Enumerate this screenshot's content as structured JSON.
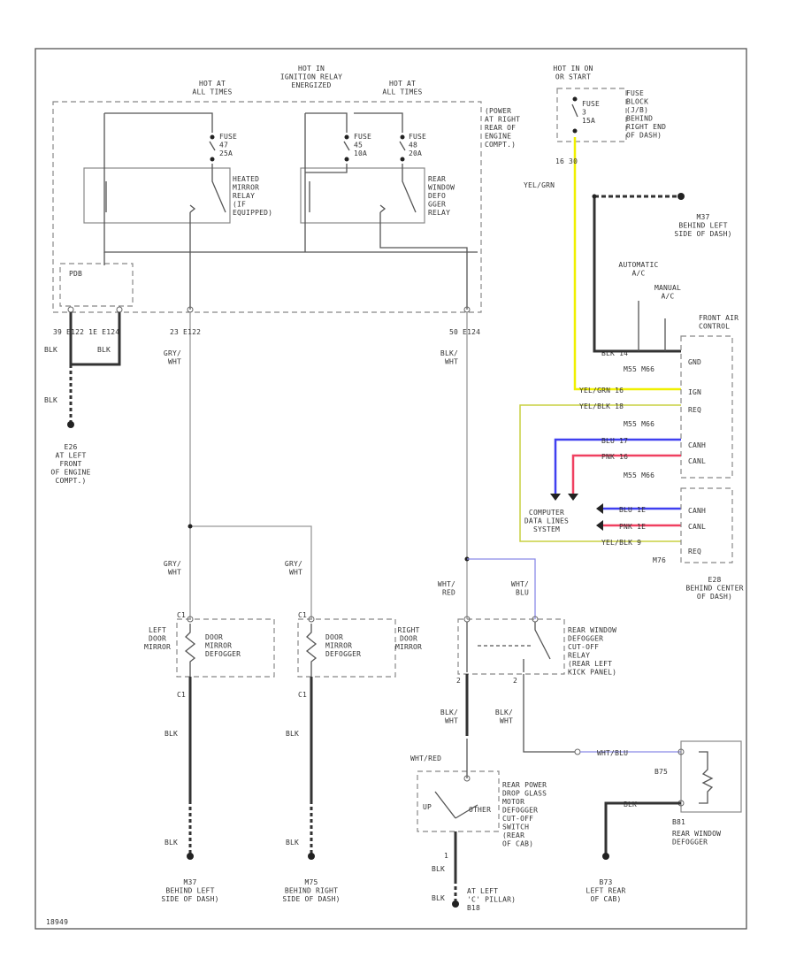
{
  "labels": {
    "hot_at_all_times_1": [
      "HOT AT",
      "ALL TIMES"
    ],
    "hot_in_ign_relay": [
      "HOT IN",
      "IGNITION RELAY",
      "ENERGIZED"
    ],
    "hot_at_all_times_2": [
      "HOT AT",
      "ALL TIMES"
    ],
    "hot_in_on": [
      "HOT IN ON",
      "OR START"
    ],
    "fuse_block": [
      "FUSE",
      "BLOCK",
      "(J/B)",
      "BEHIND",
      "RIGHT END",
      "OF DASH)"
    ],
    "fuse_3": [
      "FUSE",
      "3",
      "15A"
    ],
    "pdb_loc": [
      "(POWER",
      "AT RIGHT",
      "REAR OF",
      "ENGINE",
      "COMPT.)"
    ],
    "fuse_47": [
      "FUSE",
      "47",
      "25A"
    ],
    "fuse_45": [
      "FUSE",
      "45",
      "10A"
    ],
    "fuse_48": [
      "FUSE",
      "48",
      "20A"
    ],
    "heated_mirror_relay": [
      "HEATED",
      "MIRROR",
      "RELAY",
      "(IF",
      "EQUIPPED)"
    ],
    "rear_defog_relay": [
      "REAR",
      "WINDOW",
      "DEFO",
      "GGER",
      "RELAY"
    ],
    "pdb_conn": "PDB",
    "conn_left": "39  E122  1E  E124",
    "conn_mid": "23   E122",
    "conn_right": "50   E124",
    "blk_1": "BLK",
    "blk_2": "BLK",
    "blk_3": "BLK",
    "e26": [
      "E26",
      "AT LEFT",
      "FRONT",
      "OF ENGINE",
      "COMPT.)"
    ],
    "gry_wht_1": [
      "GRY/",
      "WHT"
    ],
    "gry_wht_2": [
      "GRY/",
      "WHT"
    ],
    "gry_wht_3": [
      "GRY/",
      "WHT"
    ],
    "blk_wht_1": [
      "BLK/",
      "WHT"
    ],
    "yel_grn_top": "YEL/GRN",
    "pin_16_30": "16   30",
    "m37_loc": [
      "M37",
      "BEHIND LEFT",
      "SIDE OF DASH)"
    ],
    "automatic_ac": [
      "AUTOMATIC",
      "A/C"
    ],
    "manual_ac": [
      "MANUAL",
      "A/C"
    ],
    "front_air_control": [
      "FRONT AIR",
      "CONTROL"
    ],
    "gnd": "GND",
    "ign": "IGN",
    "req": "REQ",
    "canh": "CANH",
    "canl": "CANL",
    "m55_m66_1": "M55  M66",
    "m55_m66_2": "M55  M66",
    "m55_m66_3": "M55  M66",
    "blk_14": "BLK  14",
    "yel_grn_16": "YEL/GRN  16",
    "yel_blk_18": "YEL/BLK  18",
    "blu_17": "BLU  17",
    "pnk_16": "PNK  16",
    "blu_canh": "BLU  1E",
    "pnk_canl": "PNK  1E",
    "yel_blk_9": "YEL/BLK  9",
    "computer_data_lines": [
      "COMPUTER",
      "DATA LINES",
      "SYSTEM"
    ],
    "m76": "M76",
    "e28_loc": [
      "E28",
      "BEHIND CENTER",
      "OF DASH)"
    ],
    "wht_red_1": [
      "WHT/",
      "RED"
    ],
    "wht_blu_1": [
      "WHT/",
      "BLU"
    ],
    "rear_defog_cutoff_relay": [
      "REAR WINDOW",
      "DEFOGGER",
      "CUT-OFF",
      "RELAY",
      "(REAR LEFT",
      "KICK PANEL)"
    ],
    "left_door_mirror": [
      "LEFT",
      "DOOR",
      "MIRROR"
    ],
    "right_door_mirror": [
      "RIGHT",
      "DOOR",
      "MIRROR"
    ],
    "door_mirror_defogger_l": [
      "DOOR",
      "MIRROR",
      "DEFOGGER"
    ],
    "door_mirror_defogger_r": [
      "DOOR",
      "MIRROR",
      "DEFOGGER"
    ],
    "blk_4": "BLK",
    "blk_5": "BLK",
    "blk_6": "BLK",
    "blk_7": "BLK",
    "blk_wht_2": [
      "BLK/",
      "WHT"
    ],
    "blk_wht_3": [
      "BLK/",
      "WHT"
    ],
    "wht_red_2": "WHT/RED",
    "wht_blu_2": "WHT/BLU",
    "rear_power_drop": [
      "REAR POWER",
      "DROP GLASS",
      "MOTOR",
      "DEFOGGER",
      "CUT-OFF",
      "SWITCH",
      "(REAR",
      "OF CAB)"
    ],
    "up": "UP",
    "other": "OTHER",
    "b75": "B75",
    "b81": "B81",
    "rear_window_defogger": [
      "REAR WINDOW",
      "DEFOGGER"
    ],
    "m37_bottom": [
      "M37",
      "BEHIND LEFT",
      "SIDE OF DASH)"
    ],
    "m75_bottom": [
      "M75",
      "BEHIND RIGHT",
      "SIDE OF DASH)"
    ],
    "b73": [
      "B73",
      "LEFT REAR",
      "OF CAB)"
    ],
    "b18": [
      "AT LEFT",
      "'C' PILLAR)",
      "B18"
    ],
    "pin_c1": "C1",
    "pin_2": "2",
    "pin_1": "1",
    "ref": "18949"
  },
  "colors": {
    "yellow": "#f0f000",
    "yellow_green": "#c8d040",
    "blue": "#4040f0",
    "pink": "#f04060",
    "gray": "#999999",
    "black": "#222222"
  }
}
